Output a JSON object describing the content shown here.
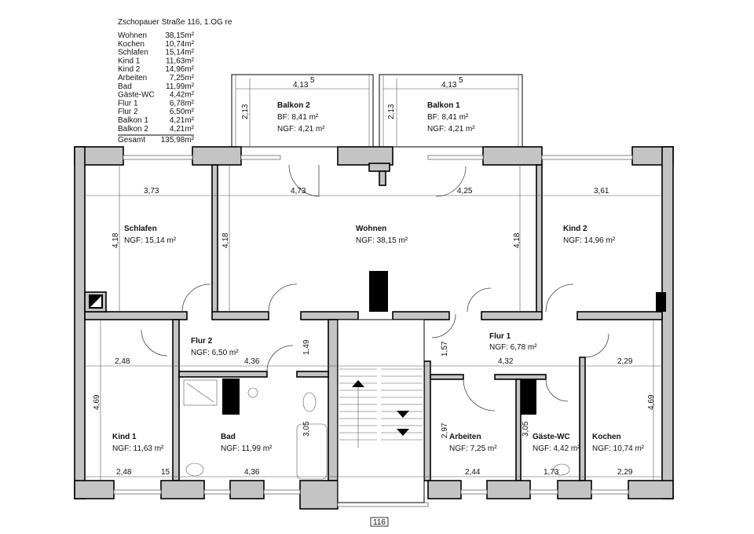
{
  "title": "Zschopauer Straße 116, 1.OG re",
  "legend": [
    {
      "name": "Wohnen",
      "area": "38,15m²"
    },
    {
      "name": "Kochen",
      "area": "10,74m²"
    },
    {
      "name": "Schlafen",
      "area": "15,14m²"
    },
    {
      "name": "Kind 1",
      "area": "11,63m²"
    },
    {
      "name": "Kind 2",
      "area": "14,96m²"
    },
    {
      "name": "Arbeiten",
      "area": "7,25m²"
    },
    {
      "name": "Bad",
      "area": "11,99m²"
    },
    {
      "name": "Gäste-WC",
      "area": "4,42m²"
    },
    {
      "name": "Flur 1",
      "area": "6,78m²"
    },
    {
      "name": "Flur 2",
      "area": "6,50m²"
    },
    {
      "name": "Balkon 1",
      "area": "4,21m²"
    },
    {
      "name": "Balkon 2",
      "area": "4,21m²"
    }
  ],
  "total": {
    "name": "Gesamt",
    "area": "135,98m²"
  },
  "rooms": {
    "schlafen": {
      "name": "Schlafen",
      "ngf": "NGF: 15,14 m²"
    },
    "wohnen": {
      "name": "Wohnen",
      "ngf": "NGF: 38,15 m²"
    },
    "kind2": {
      "name": "Kind 2",
      "ngf": "NGF: 14,96 m²"
    },
    "flur2": {
      "name": "Flur 2",
      "ngf": "NGF: 6,50 m²"
    },
    "flur1": {
      "name": "Flur 1",
      "ngf": "NGF: 6,78 m²"
    },
    "kind1": {
      "name": "Kind 1",
      "ngf": "NGF: 11,63 m²"
    },
    "bad": {
      "name": "Bad",
      "ngf": "NGF: 11,99 m²"
    },
    "arbeiten": {
      "name": "Arbeiten",
      "ngf": "NGF: 7,25 m²"
    },
    "gaeste": {
      "name": "Gäste-WC",
      "ngf": "NGF: 4,42 m²"
    },
    "kochen": {
      "name": "Kochen",
      "ngf": "NGF: 10,74 m²"
    }
  },
  "balconies": {
    "b2": {
      "name": "Balkon 2",
      "bf": "BF:   8,41 m²",
      "ngf": "NGF: 4,21 m²",
      "width": "4,13",
      "depth": "2,13",
      "sup": "5"
    },
    "b1": {
      "name": "Balkon 1",
      "bf": "BF:   8,41 m²",
      "ngf": "NGF: 4,21 m²",
      "width": "4,13",
      "depth": "2,13",
      "sup": "5"
    }
  },
  "dims": {
    "top": [
      "3,73",
      "4,73",
      "4,25",
      "3,61"
    ],
    "h418": "4,18",
    "mid": [
      "2,48",
      "4,36",
      "4,32",
      "2,29"
    ],
    "v149": "1,49",
    "v157": "1,57",
    "v469": "4,69",
    "v305": "3,05",
    "v297": "2,97",
    "bottom": [
      "2,48",
      "15",
      "4,36",
      "2,44",
      "1,73",
      "2,29"
    ]
  },
  "house_number": "116"
}
